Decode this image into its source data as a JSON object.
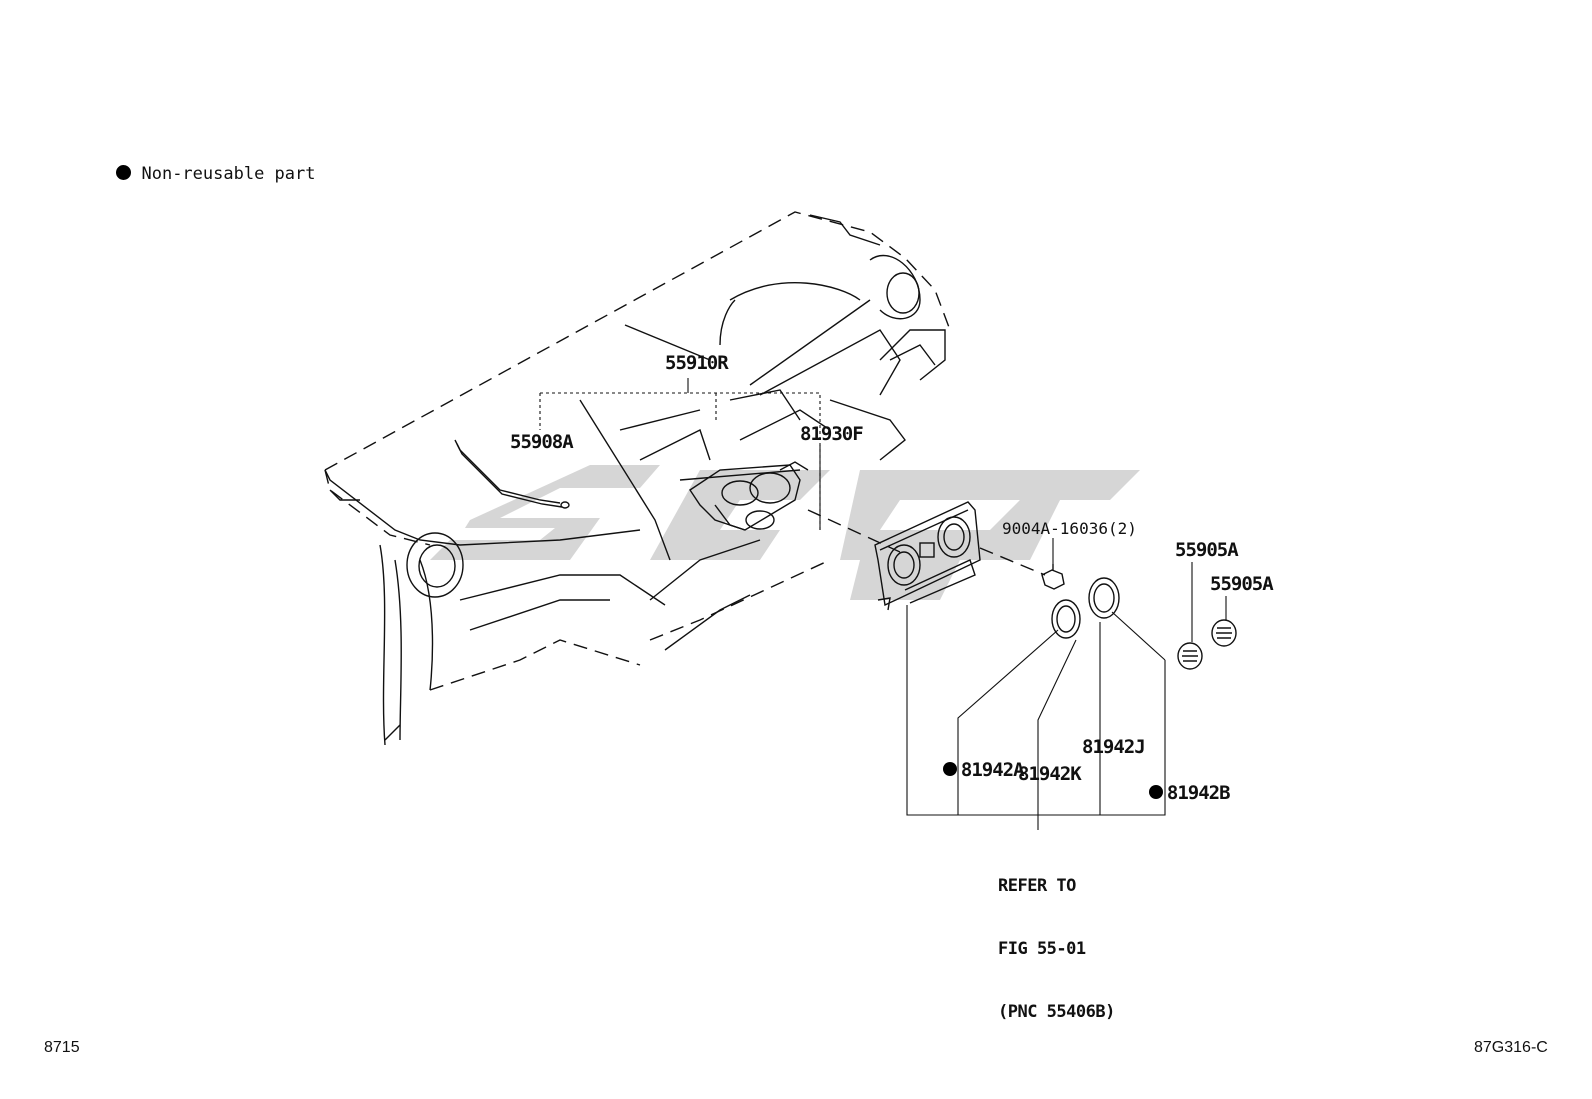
{
  "legend": {
    "text": "Non-reusable part",
    "icon": "filled-circle-icon"
  },
  "callouts": {
    "p55910R": "55910R",
    "p55908A": "55908A",
    "p81930F": "81930F",
    "p9004A": "9004A-16036(2)",
    "p55905A_1": "55905A",
    "p55905A_2": "55905A",
    "p81942A": "81942A",
    "p81942K": "81942K",
    "p81942J": "81942J",
    "p81942B": "81942B"
  },
  "reference": {
    "line1": "REFER TO",
    "line2": "FIG 55-01",
    "line3": "(PNC 55406B)"
  },
  "footer": {
    "left": "8715",
    "right": "87G316-C"
  }
}
